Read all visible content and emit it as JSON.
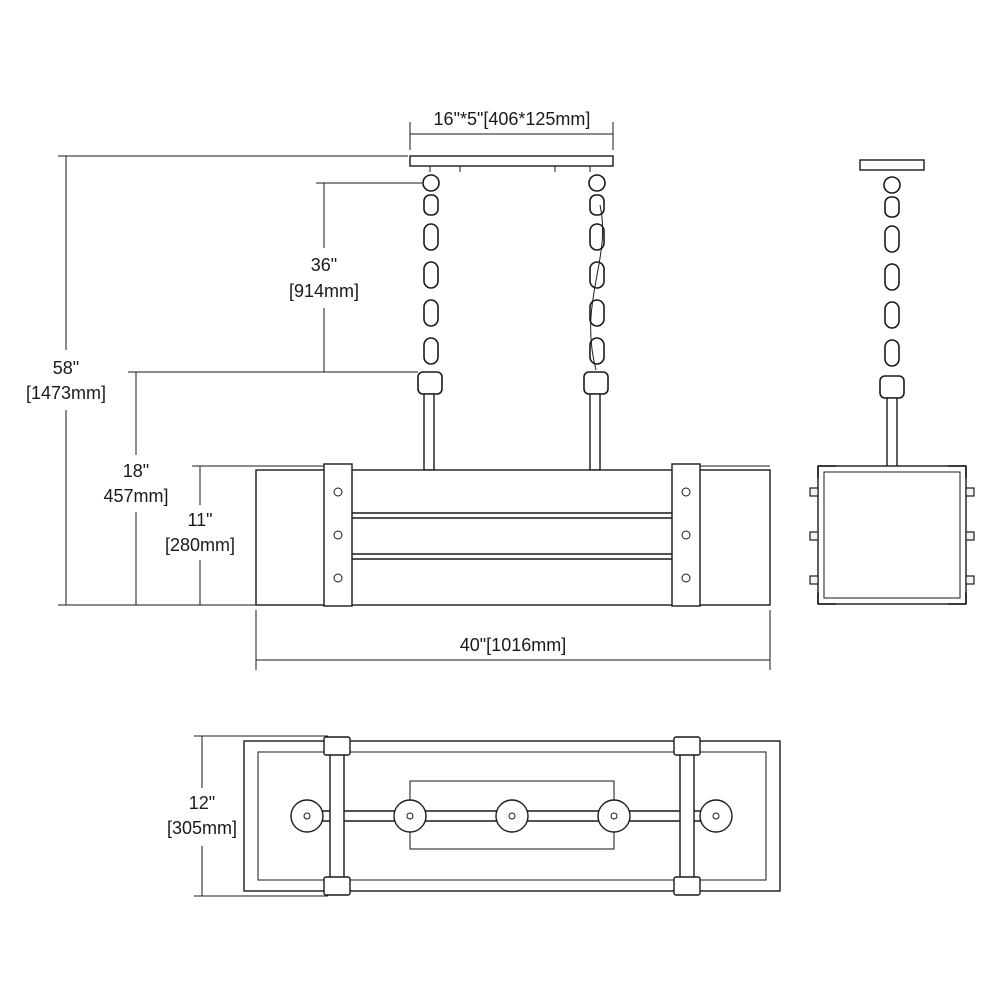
{
  "dimensions": {
    "canopy": "16\"*5\"[406*125mm]",
    "chain_in": "36\"",
    "chain_mm": "[914mm]",
    "overall_in": "58\"",
    "overall_mm": "[1473mm]",
    "body_in": "18\"",
    "body_mm": "457mm]",
    "shade_in": "11\"",
    "shade_mm": "[280mm]",
    "width": "40\"[1016mm]",
    "depth_in": "12\"",
    "depth_mm": "[305mm]"
  },
  "colors": {
    "line": "#1a1a1a",
    "background": "#ffffff"
  }
}
